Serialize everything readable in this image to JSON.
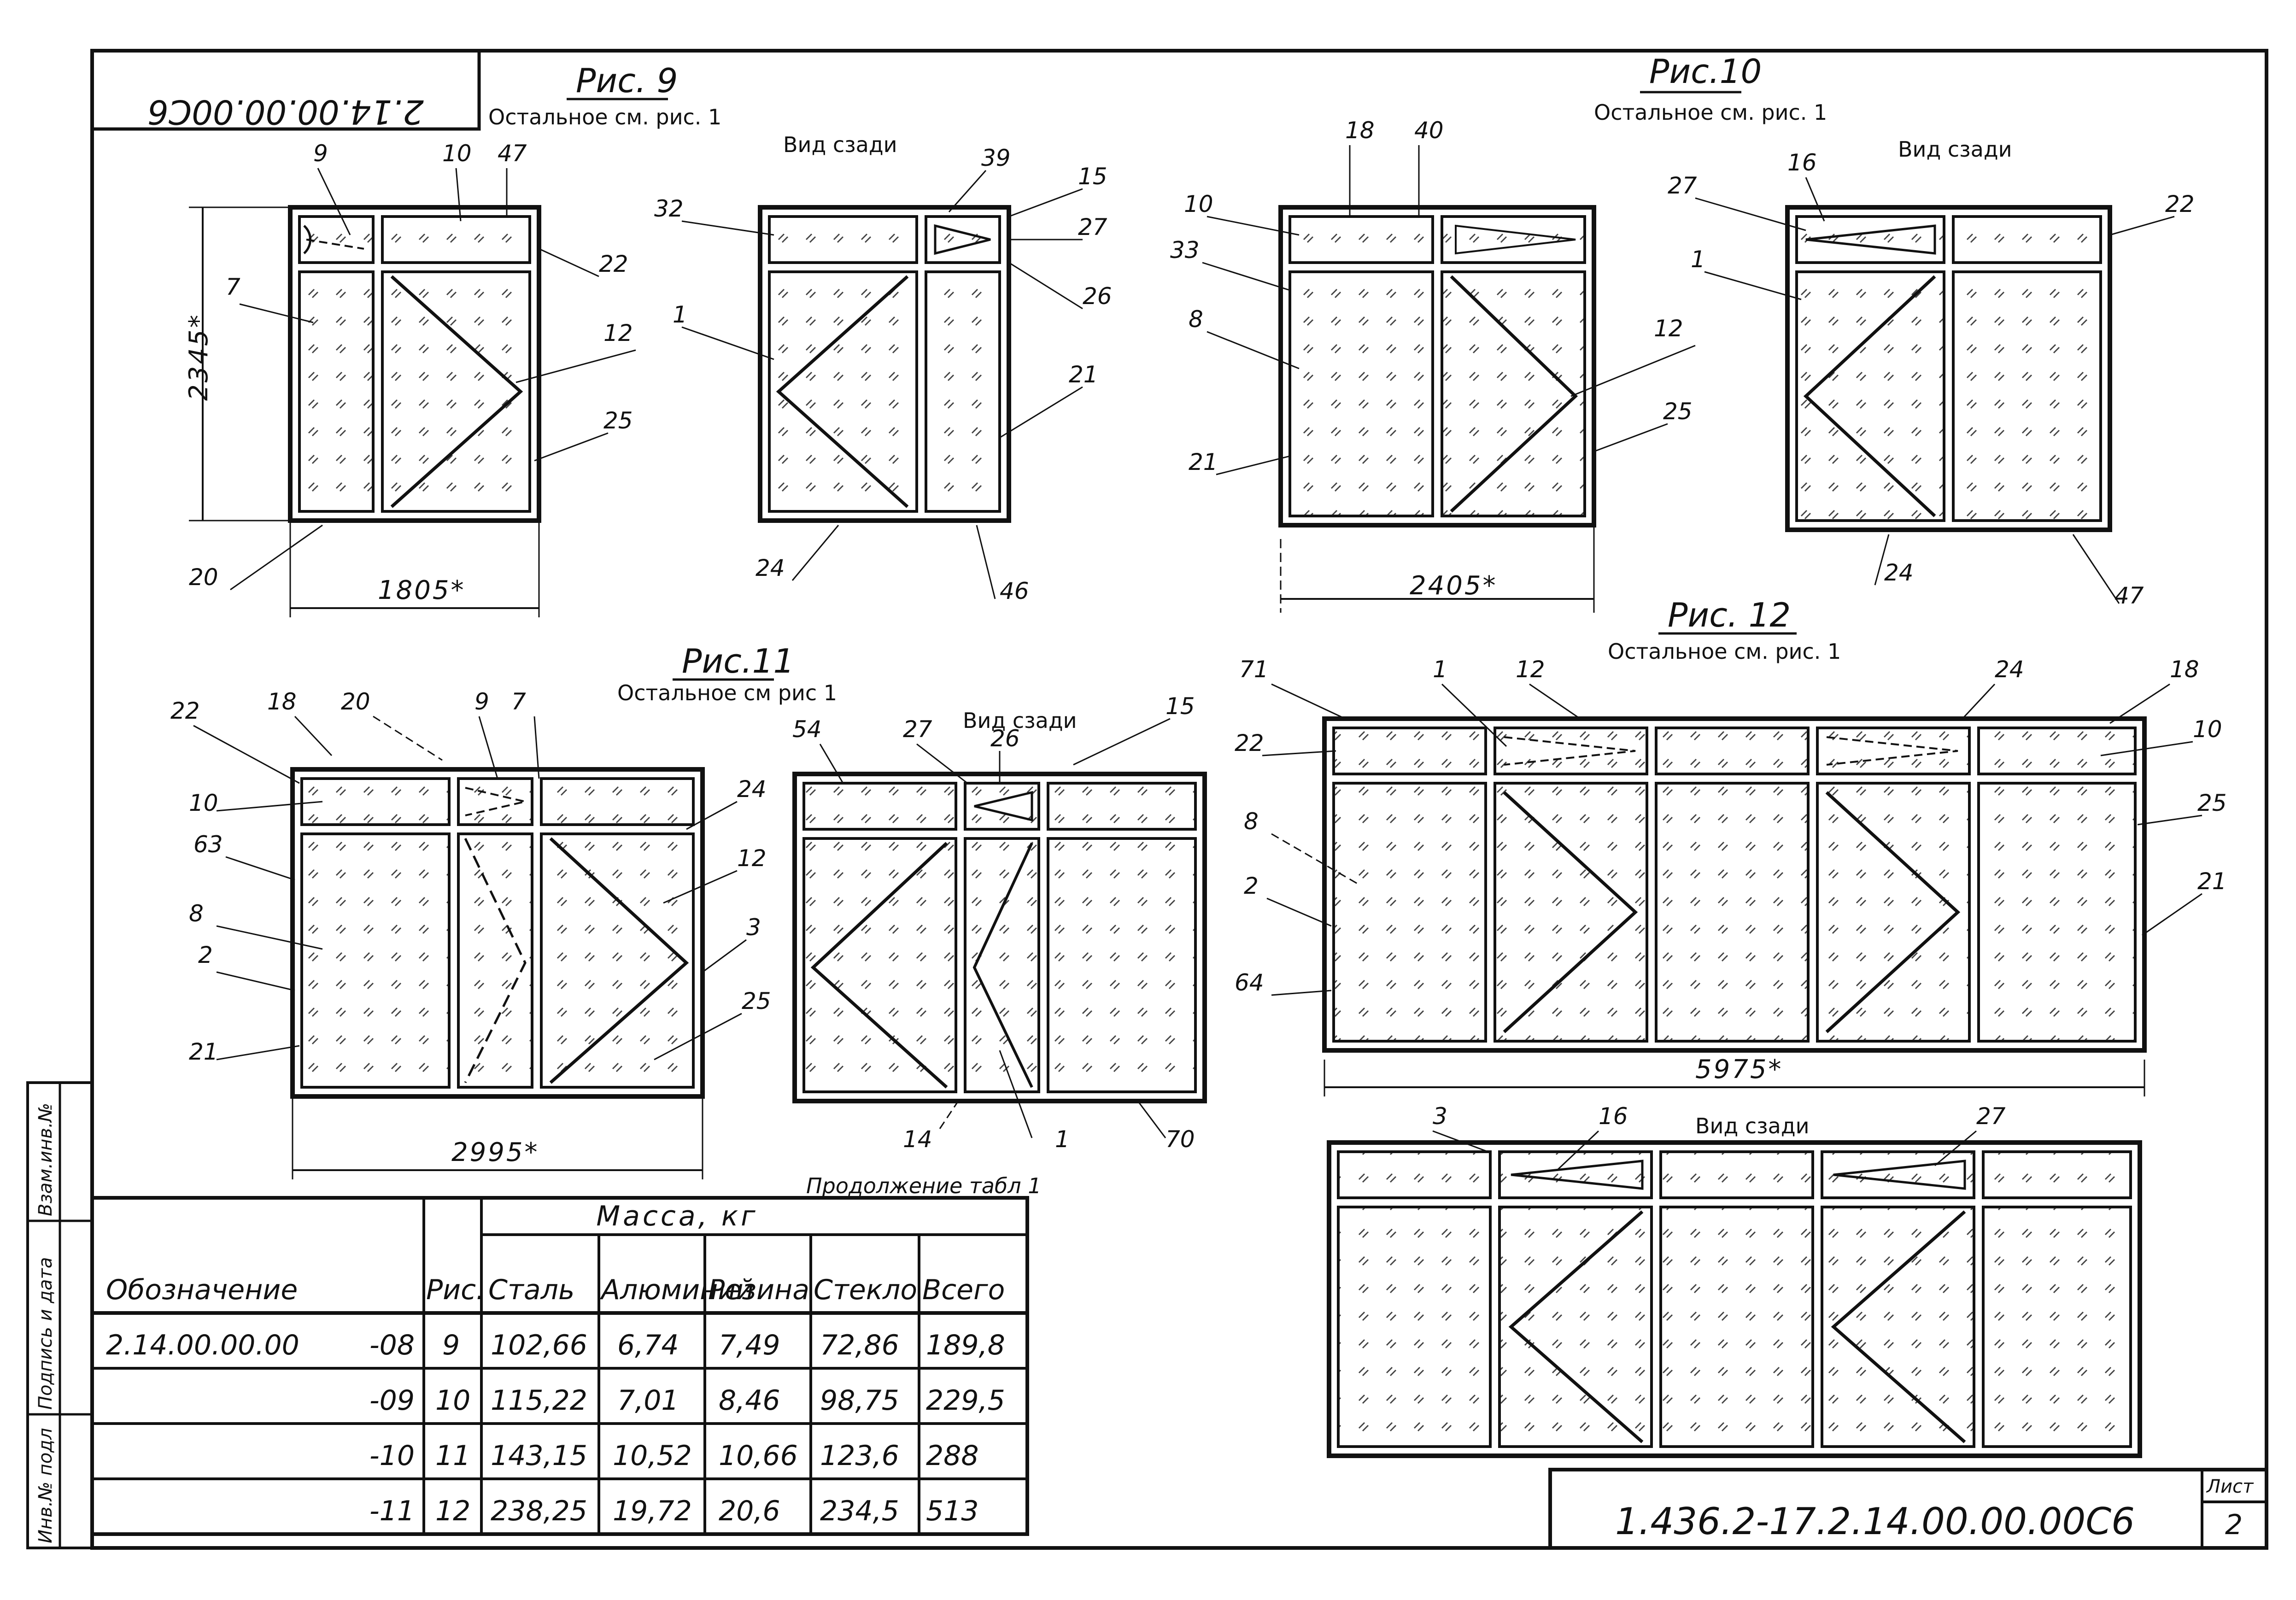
{
  "document": {
    "mirrored_code": "2.14.00.00.00С6",
    "sheet_label": "Лист",
    "sheet_number": "2",
    "stamp_code": "1.436.2-17.2.14.00.00.00С6"
  },
  "figures": {
    "fig9": {
      "title": "Рис. 9",
      "subtitle": "Остальное см. рис. 1",
      "rear_view": "Вид сзади",
      "dim_height": "2345*",
      "dim_width": "1805*",
      "labels": [
        "9",
        "10",
        "47",
        "7",
        "22",
        "12",
        "25",
        "20",
        "32",
        "39",
        "15",
        "27",
        "26",
        "1",
        "21",
        "24",
        "46"
      ]
    },
    "fig10": {
      "title": "Рис.10",
      "subtitle": "Остальное см. рис. 1",
      "rear_view": "Вид сзади",
      "dim_width": "2405*",
      "labels": [
        "18",
        "40",
        "10",
        "33",
        "8",
        "12",
        "25",
        "21",
        "27",
        "16",
        "22",
        "1",
        "24",
        "47"
      ]
    },
    "fig11": {
      "title": "Рис.11",
      "subtitle": "Остальное см рис 1",
      "rear_view": "Вид сзади",
      "dim_width": "2995*",
      "labels": [
        "22",
        "18",
        "20",
        "9",
        "7",
        "10",
        "24",
        "63",
        "8",
        "12",
        "3",
        "2",
        "25",
        "21",
        "54",
        "27",
        "26",
        "15",
        "14",
        "1",
        "70"
      ]
    },
    "fig12": {
      "title": "Рис. 12",
      "subtitle": "Остальное см. рис. 1",
      "rear_view": "Вид сзади",
      "dim_width": "5975*",
      "labels": [
        "71",
        "1",
        "12",
        "24",
        "18",
        "22",
        "10",
        "8",
        "25",
        "2",
        "21",
        "64",
        "3",
        "16",
        "27"
      ]
    }
  },
  "table": {
    "caption": "Продолжение табл 1",
    "group_header": "Масса, кг",
    "columns": [
      "Обозначение",
      "Рис.",
      "Сталь",
      "Алюминий",
      "Резина",
      "Стекло",
      "Всего"
    ],
    "rows": [
      {
        "designation": "2.14.00.00.00",
        "suffix": "-08",
        "fig": "9",
        "steel": "102,66",
        "aluminum": "6,74",
        "rubber": "7,49",
        "glass": "72,86",
        "total": "189,8"
      },
      {
        "designation": "",
        "suffix": "-09",
        "fig": "10",
        "steel": "115,22",
        "aluminum": "7,01",
        "rubber": "8,46",
        "glass": "98,75",
        "total": "229,5"
      },
      {
        "designation": "",
        "suffix": "-10",
        "fig": "11",
        "steel": "143,15",
        "aluminum": "10,52",
        "rubber": "10,66",
        "glass": "123,6",
        "total": "288"
      },
      {
        "designation": "",
        "suffix": "-11",
        "fig": "12",
        "steel": "238,25",
        "aluminum": "19,72",
        "rubber": "20,6",
        "glass": "234,5",
        "total": "513"
      }
    ]
  },
  "side_stamp": [
    "Взам.инв.№",
    "Подпись и дата",
    "Инв.№ подл"
  ]
}
